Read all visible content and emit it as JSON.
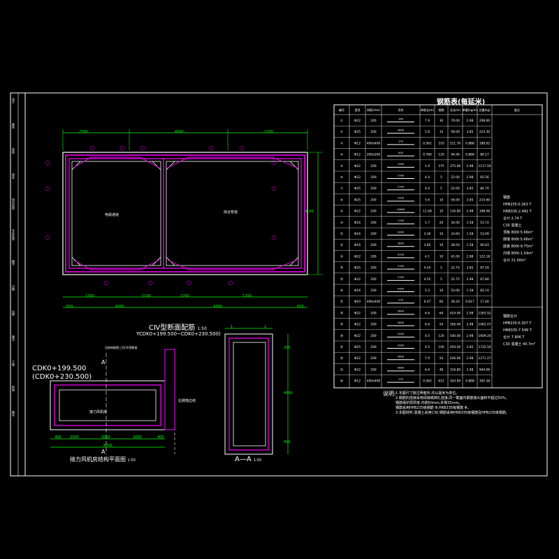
{
  "colors": {
    "background": "#000000",
    "frame": "#ffffff",
    "rebar": "#ff00ff",
    "dimension": "#00ff00",
    "note": "#ffff00",
    "table_grid": "#ffffff"
  },
  "main_section": {
    "title": "CⅣ型断面配筋",
    "scale": "1:50",
    "subtitle": "YCDK0+199.500~CDK0+230.500)",
    "dims_top": [
      "2700",
      "4200",
      "2700"
    ],
    "dims_bottom": [
      "650",
      "1200",
      "4300",
      "1100",
      "1700",
      "4300",
      "1200",
      "650"
    ],
    "dim_right": "4100",
    "room_left": "电缆通道",
    "room_right": "综合管道"
  },
  "plan": {
    "title": "接力风机房结构平面图",
    "scale": "1:50",
    "chainage_line1": "CDK0+199.500",
    "chainage_line2": "(CDK0+230.500)",
    "section_mark": "A",
    "room_label": "接力风机房",
    "note_label": "见结构图第三页CⅣ型断面",
    "side_label": "右侧墙边线",
    "dims_bottom": [
      "400",
      "2000",
      "2000",
      "2000",
      "400"
    ],
    "dim_total": "8000"
  },
  "section_aa": {
    "title": "A—A",
    "scale": "1:50",
    "dims_top": [
      "1",
      "1"
    ],
    "dims_right": [
      "200",
      "4500",
      "400"
    ]
  },
  "schedule": {
    "title": "钢筋表(每延米)",
    "headers": [
      "编号",
      "直径",
      "间距(mm)",
      "形状",
      "单根长(m)",
      "根数",
      "总长(m)",
      "单重(kg/m)",
      "总重(kg)",
      "备注"
    ],
    "rows": [
      [
        "①",
        "Φ22",
        "200",
        "260",
        "7.9",
        "30",
        "70.00",
        "2.98",
        "208.60"
      ],
      [
        "②",
        "Φ25",
        "200",
        "3800",
        "5.8",
        "10",
        "58.00",
        "3.85",
        "223.30"
      ],
      [
        "③",
        "Φ12",
        "400x400",
        "270",
        "0.562",
        "310",
        "211.70",
        "0.888",
        "188.02"
      ],
      [
        "④",
        "Φ12",
        "200x200",
        "630",
        "0.780",
        "120",
        "94.90",
        "0.888",
        "84.27"
      ],
      [
        "⑤",
        "Φ22",
        "200",
        "1000",
        "1.0",
        "375",
        "375.00",
        "2.98",
        "1117.50"
      ],
      [
        "⑥",
        "Φ22",
        "200",
        "2700",
        "4.4",
        "5",
        "22.00",
        "2.98",
        "65.56"
      ],
      [
        "⑦",
        "Φ25",
        "200",
        "2700",
        "4.4",
        "5",
        "22.00",
        "3.85",
        "84.70"
      ],
      [
        "⑧",
        "Φ25",
        "200",
        "2500",
        "5.6",
        "10",
        "56.00",
        "3.85",
        "215.60"
      ],
      [
        "⑨",
        "Φ22",
        "200",
        "10800",
        "11.68",
        "10",
        "116.80",
        "2.98",
        "348.06"
      ],
      [
        "⑩",
        "Φ16",
        "200",
        "1700",
        "1.7",
        "20",
        "34.00",
        "1.58",
        "53.72"
      ],
      [
        "⑪",
        "Φ16",
        "200",
        "2400",
        "3.36",
        "10",
        "33.60",
        "1.58",
        "53.09"
      ],
      [
        "⑫",
        "Φ16",
        "200",
        "3850",
        "3.85",
        "10",
        "38.50",
        "1.58",
        "60.83"
      ],
      [
        "⑬",
        "Φ22",
        "200",
        "4100",
        "4.1",
        "10",
        "41.00",
        "2.98",
        "122.18"
      ],
      [
        "⑭",
        "Φ25",
        "200",
        "2700",
        "4.55",
        "5",
        "22.75",
        "3.85",
        "87.59"
      ],
      [
        "⑮",
        "Φ22",
        "200",
        "2700",
        "4.55",
        "5",
        "22.75",
        "2.98",
        "67.80"
      ],
      [
        "⑯",
        "Φ16",
        "200",
        "4300",
        "5.3",
        "10",
        "53.00",
        "1.58",
        "83.74"
      ],
      [
        "⑰",
        "Φ10",
        "400x400",
        "270",
        "0.47",
        "60",
        "28.20",
        "0.617",
        "17.40"
      ],
      [
        "⑱",
        "Φ22",
        "200",
        "5800",
        "6.6",
        "64",
        "424.00",
        "2.98",
        "1263.52"
      ],
      [
        "⑲",
        "Φ22",
        "200",
        "5800",
        "6.6",
        "54",
        "356.40",
        "2.98",
        "1062.07"
      ],
      [
        "⑳",
        "Φ22",
        "200",
        "2000",
        "4.5",
        "120",
        "540.00",
        "2.98",
        "1609.20"
      ],
      [
        "㉑",
        "Φ25",
        "200",
        "2000",
        "4.5",
        "100",
        "450.00",
        "3.85",
        "1732.50"
      ],
      [
        "㉒",
        "Φ22",
        "200",
        "5800",
        "7.9",
        "54",
        "426.60",
        "2.98",
        "1271.27"
      ],
      [
        "㉓",
        "Φ22",
        "200",
        "5800",
        "6.6",
        "48",
        "316.80",
        "2.98",
        "944.06"
      ],
      [
        "㉔",
        "Φ12",
        "400x400",
        "270",
        "0.562",
        "612",
        "343.90",
        "0.888",
        "305.38"
      ]
    ],
    "remarks_1": [
      "钢筋",
      "HPB235:0.263 T",
      "HRB335:2.481 T",
      "合计 2.74 T",
      "C30 混凝土",
      "顶板 800t:5.66m³",
      "侧墙 800t:5.66m³",
      "底板 800t:9.75m³",
      "内墙 800t:1.54m³",
      "合计 21.56m³"
    ],
    "remarks_2": [
      "钢筋合计",
      "HPB235:0.307 T",
      "HRB335:7.599 T",
      "合计 7.906 T",
      "C30 混凝土 40.7m³"
    ]
  },
  "notes": {
    "heading": "说明:",
    "items": [
      "1.本图尺寸除注明者外,均以毫米为单位。",
      "2.钢筋的连接采用焊接或绑扎连接,同一截面内钢筋接头面积不超过50%。",
      "  钢筋保护层厚度:内侧50mm,外侧35mm。",
      "  钢筋采用HPB235级钢筋 Φ,HRB335级钢筋 Φ。",
      "3.本图材料:混凝土采用C30,钢筋采用HRB335级钢筋及HPB235级钢筋。"
    ]
  },
  "title_block": {
    "labels": [
      "设计",
      "复核",
      "审核",
      "审定",
      "项目负责",
      "专业负责",
      "图号",
      "日期",
      "比例",
      "版次",
      "工程",
      "阶段",
      "图名"
    ]
  }
}
